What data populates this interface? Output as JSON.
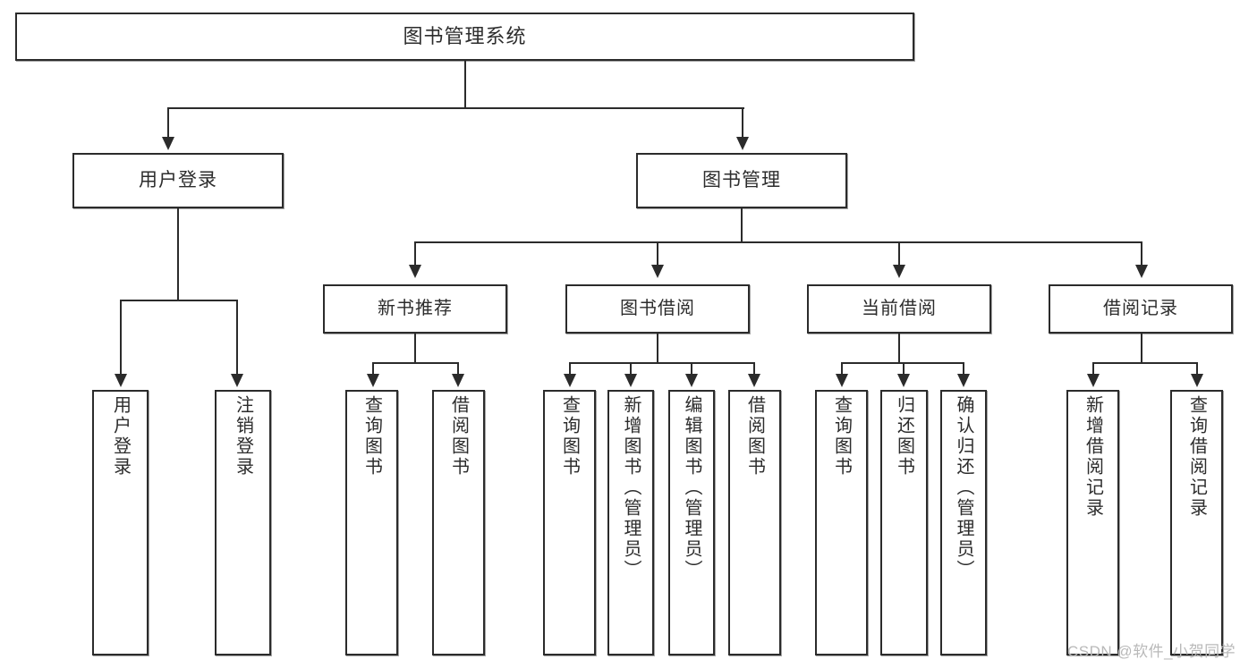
{
  "diagram": {
    "type": "tree",
    "title": "图书管理系统",
    "watermark": "CSDN @软件_小贺同学",
    "colors": {
      "box_border": "#2b2b2b",
      "box_fill": "#ffffff",
      "text": "#2c2c2c",
      "connector": "#2b2b2b",
      "watermark": "#b9b9b9"
    },
    "nodes": {
      "root": {
        "label": "图书管理系统"
      },
      "level2": [
        {
          "label": "用户登录"
        },
        {
          "label": "图书管理"
        }
      ],
      "level3": [
        {
          "label": "新书推荐"
        },
        {
          "label": "图书借阅"
        },
        {
          "label": "当前借阅"
        },
        {
          "label": "借阅记录"
        }
      ],
      "leaves": {
        "user_login": [
          {
            "label": "用户登录"
          },
          {
            "label": "注销登录"
          }
        ],
        "new_book": [
          {
            "label": "查询图书"
          },
          {
            "label": "借阅图书"
          }
        ],
        "borrow_book": [
          {
            "label": "查询图书"
          },
          {
            "label": "新增图书（管理员）"
          },
          {
            "label": "编辑图书（管理员）"
          },
          {
            "label": "借阅图书"
          }
        ],
        "current_borrow": [
          {
            "label": "查询图书"
          },
          {
            "label": "归还图书"
          },
          {
            "label": "确认归还（管理员）"
          }
        ],
        "borrow_record": [
          {
            "label": "新增借阅记录"
          },
          {
            "label": "查询借阅记录"
          }
        ]
      }
    }
  }
}
